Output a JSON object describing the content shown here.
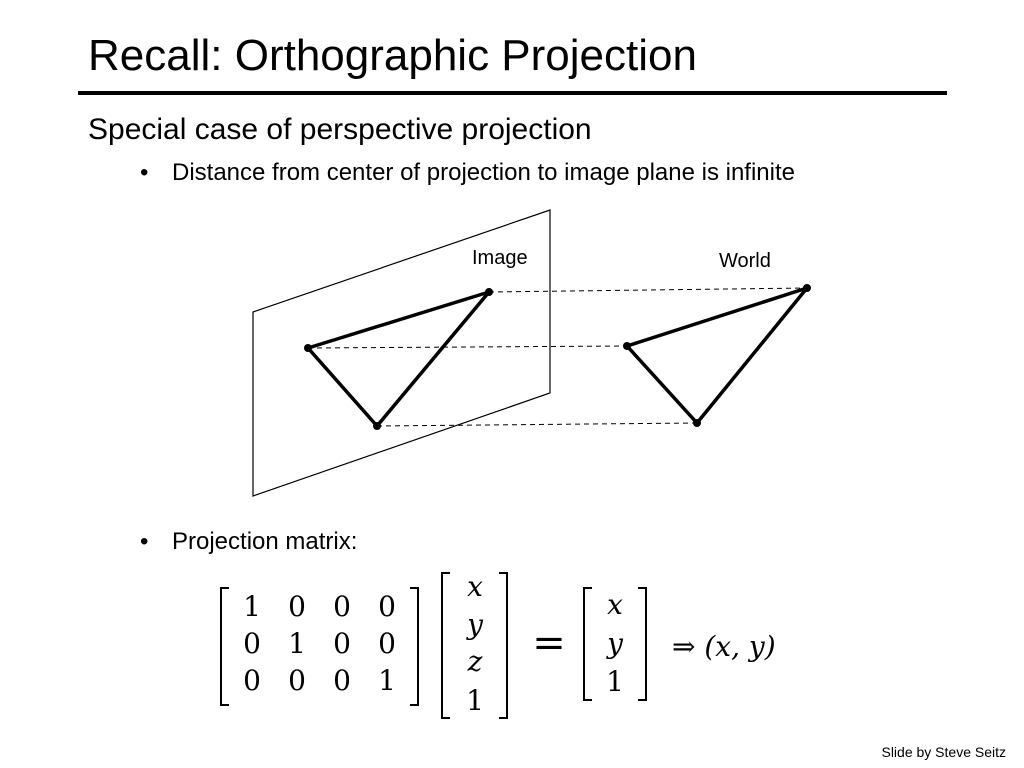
{
  "slide": {
    "title": "Recall: Orthographic Projection",
    "subtitle": "Special case of perspective projection",
    "bullets": [
      "Distance from center of projection to image plane is infinite",
      "Projection matrix:"
    ],
    "bullet_symbol": "•",
    "footer": "Slide by Steve Seitz"
  },
  "diagram": {
    "image_label": "Image",
    "world_label": "World"
  },
  "equation": {
    "matrix": [
      [
        "1",
        "0",
        "0",
        "0"
      ],
      [
        "0",
        "1",
        "0",
        "0"
      ],
      [
        "0",
        "0",
        "0",
        "1"
      ]
    ],
    "input_vector": [
      "x",
      "y",
      "z",
      "1"
    ],
    "equals": "=",
    "output_vector": [
      "x",
      "y",
      "1"
    ],
    "result": "⇒ (x, y)"
  }
}
